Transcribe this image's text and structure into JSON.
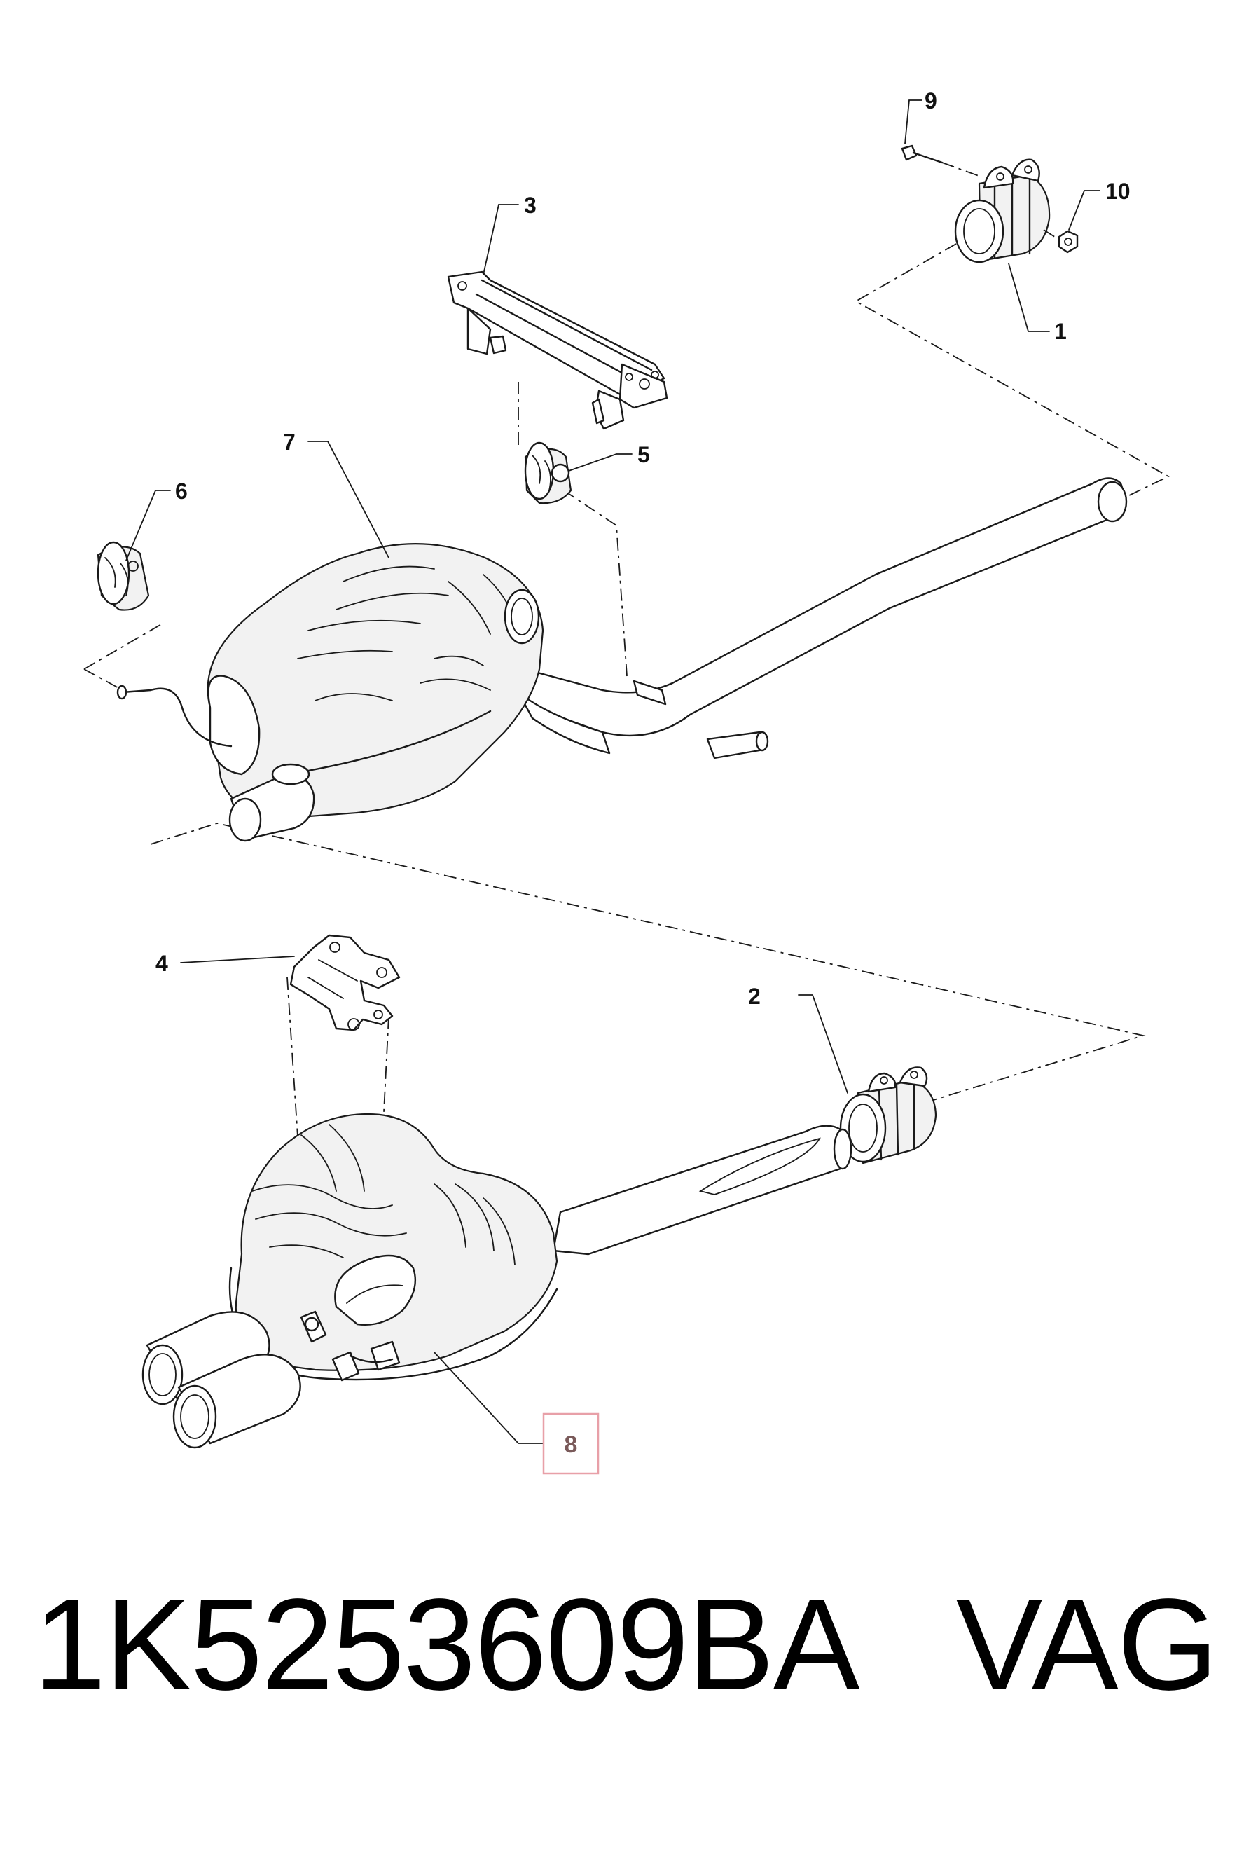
{
  "callouts": {
    "c1": "1",
    "c2": "2",
    "c3": "3",
    "c4": "4",
    "c5": "5",
    "c6": "6",
    "c7": "7",
    "c8": "8",
    "c9": "9",
    "c10": "10"
  },
  "highlight": {
    "callout": "8",
    "color": "#e8a0a8"
  },
  "footer": {
    "part_number": "1K5253609BA",
    "brand": "VAG"
  }
}
